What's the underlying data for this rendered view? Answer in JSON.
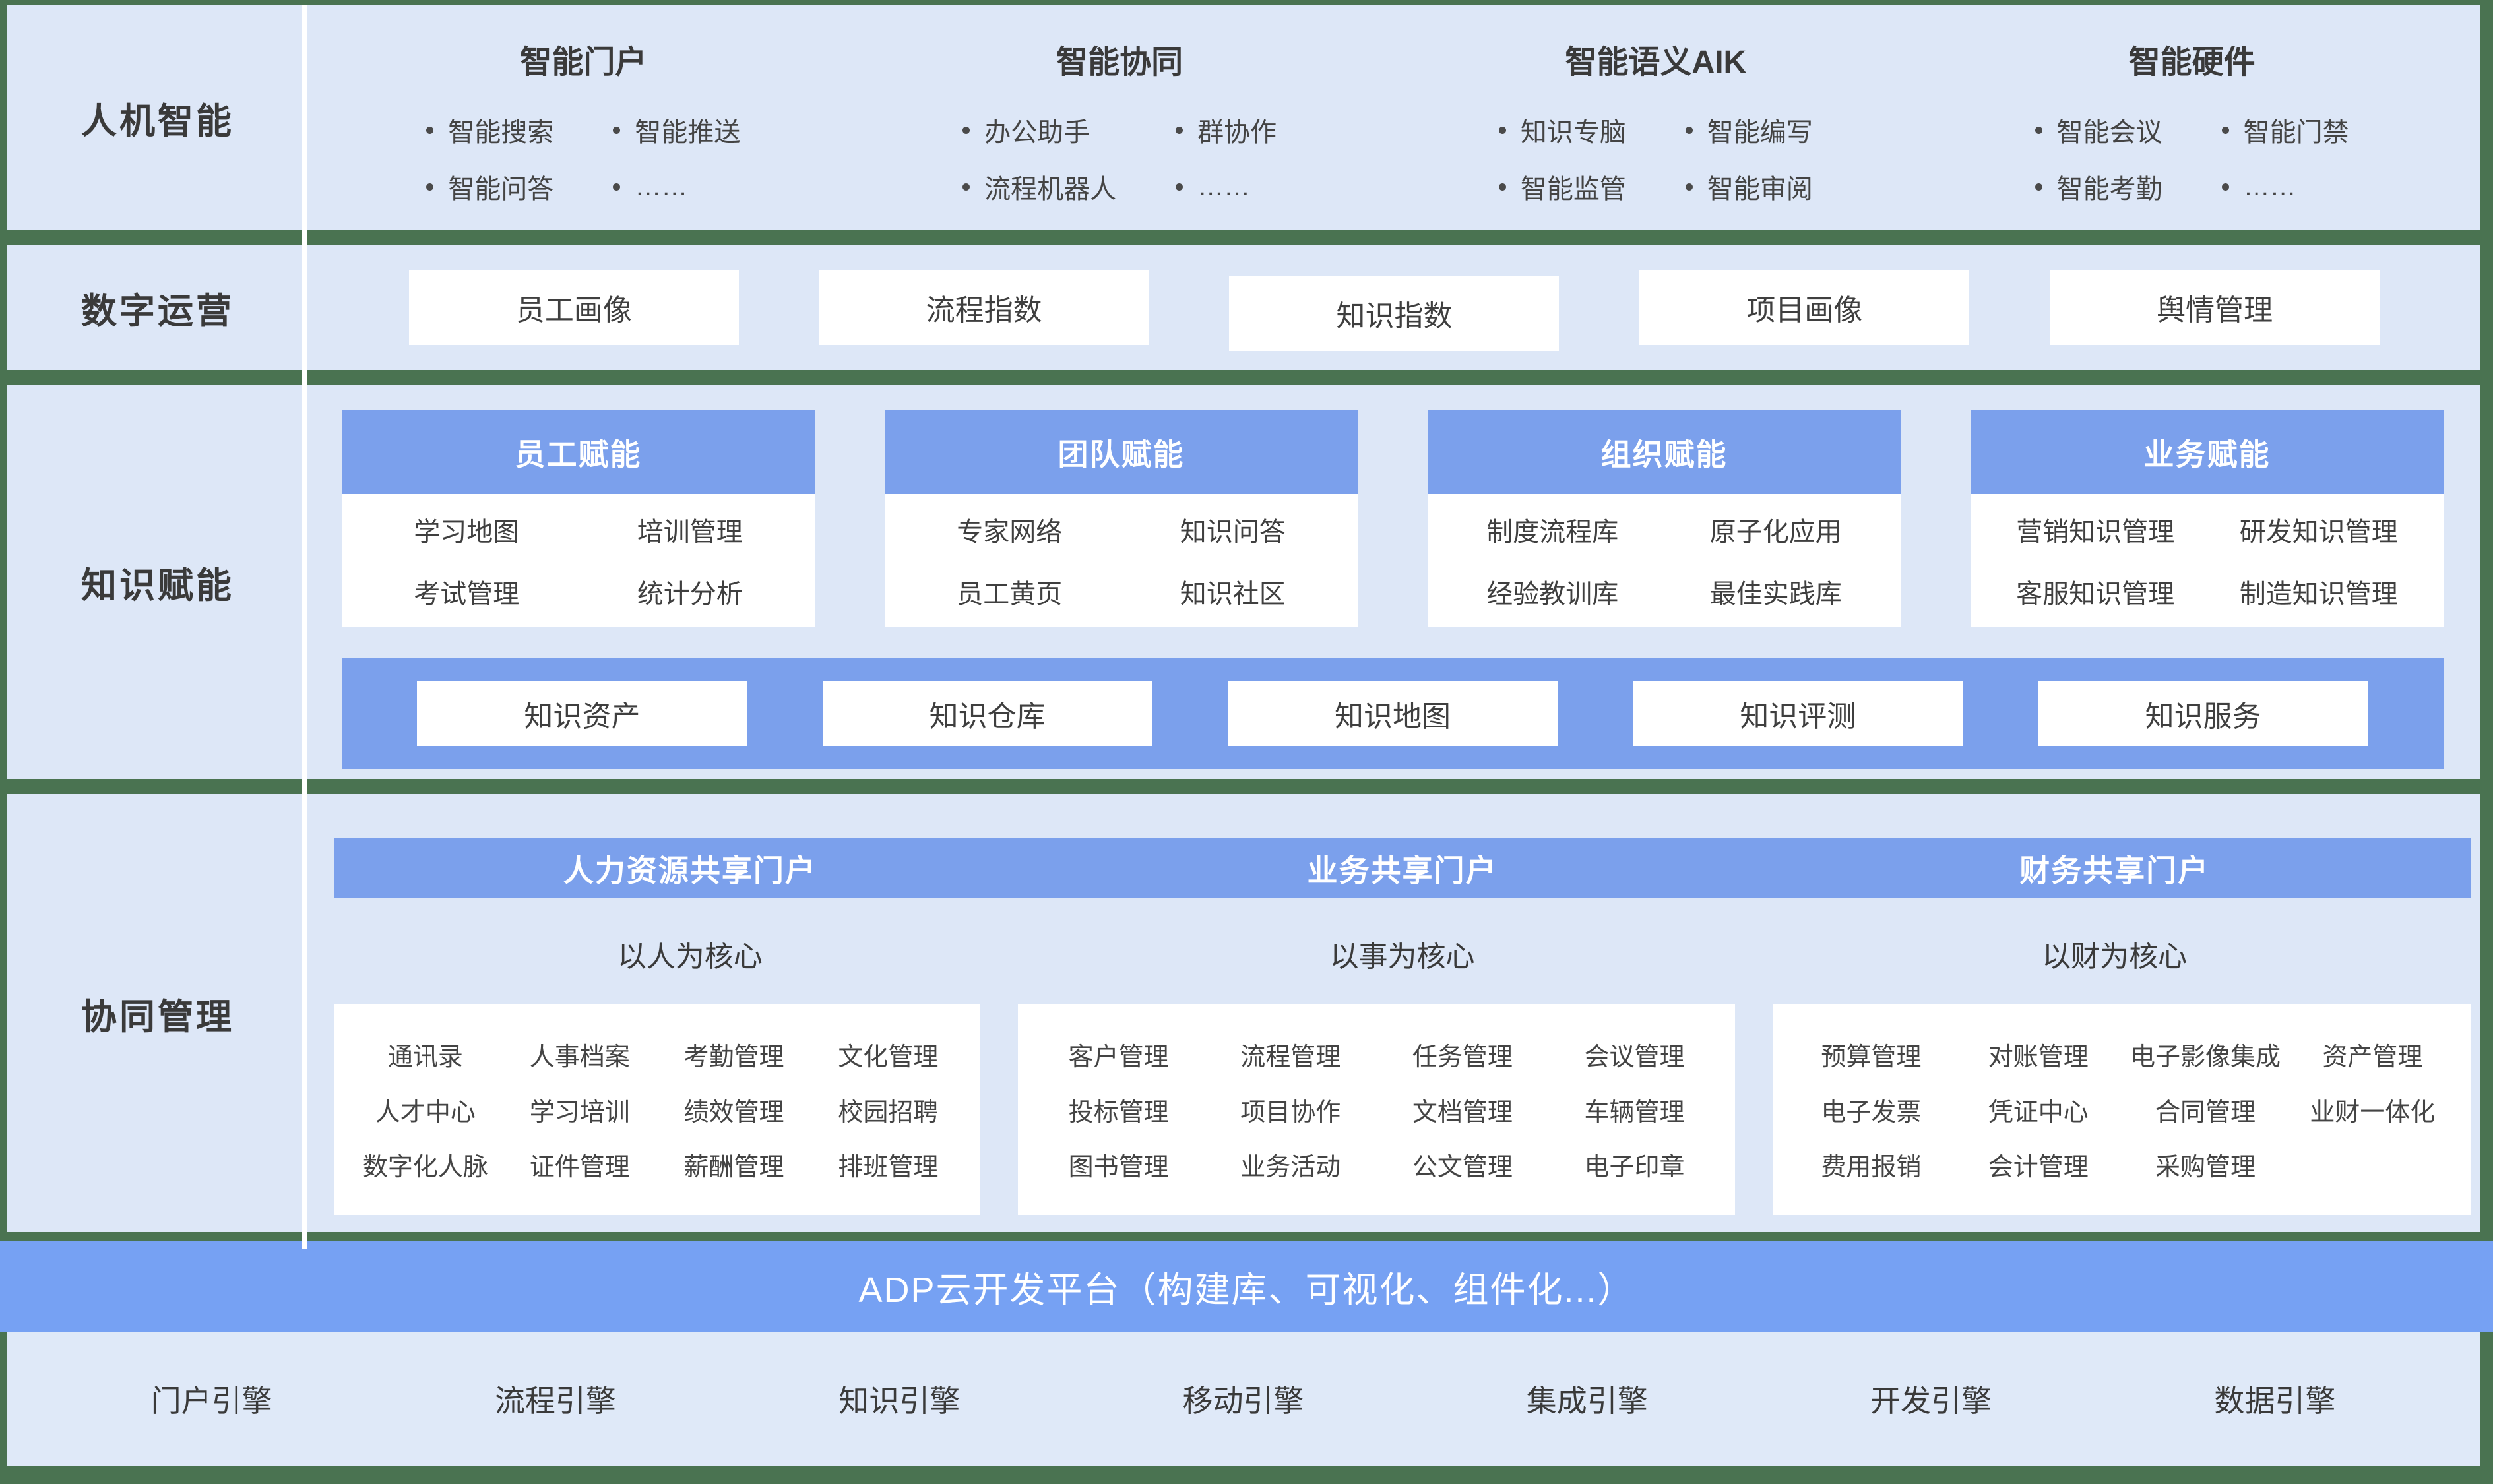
{
  "palette": {
    "border_green": "#4a7351",
    "bg_light_blue": "#dde7f7",
    "accent_blue": "#7ba0ec",
    "platform_blue": "#76a1f3",
    "box_white": "#ffffff",
    "text_dark": "#3f3f3f",
    "text_white": "#ffffff"
  },
  "rail": {
    "ai": "人机智能",
    "ops": "数字运营",
    "knowledge": "知识赋能",
    "collab": "协同管理"
  },
  "ai": {
    "columns": [
      {
        "title": "智能门户",
        "items": [
          "智能搜索",
          "智能问答",
          "智能推送",
          "……"
        ]
      },
      {
        "title": "智能协同",
        "items": [
          "办公助手",
          "流程机器人",
          "群协作",
          "……"
        ]
      },
      {
        "title": "智能语义AIK",
        "items": [
          "知识专脑",
          "智能监管",
          "智能编写",
          "智能审阅"
        ]
      },
      {
        "title": "智能硬件",
        "items": [
          "智能会议",
          "智能考勤",
          "智能门禁",
          "……"
        ]
      }
    ]
  },
  "ops": {
    "boxes": [
      "员工画像",
      "流程指数",
      "知识指数",
      "项目画像",
      "舆情管理"
    ]
  },
  "knowledge": {
    "cards": [
      {
        "title": "员工赋能",
        "items": [
          "学习地图",
          "培训管理",
          "考试管理",
          "统计分析"
        ]
      },
      {
        "title": "团队赋能",
        "items": [
          "专家网络",
          "知识问答",
          "员工黄页",
          "知识社区"
        ]
      },
      {
        "title": "组织赋能",
        "items": [
          "制度流程库",
          "原子化应用",
          "经验教训库",
          "最佳实践库"
        ]
      },
      {
        "title": "业务赋能",
        "items": [
          "营销知识管理",
          "研发知识管理",
          "客服知识管理",
          "制造知识管理"
        ]
      }
    ],
    "bar": [
      "知识资产",
      "知识仓库",
      "知识地图",
      "知识评测",
      "知识服务"
    ]
  },
  "collab": {
    "portals": [
      {
        "title": "人力资源共享门户",
        "subtitle": "以人为核心",
        "items": [
          "通讯录",
          "人事档案",
          "考勤管理",
          "文化管理",
          "人才中心",
          "学习培训",
          "绩效管理",
          "校园招聘",
          "数字化人脉",
          "证件管理",
          "薪酬管理",
          "排班管理"
        ]
      },
      {
        "title": "业务共享门户",
        "subtitle": "以事为核心",
        "items": [
          "客户管理",
          "流程管理",
          "任务管理",
          "会议管理",
          "投标管理",
          "项目协作",
          "文档管理",
          "车辆管理",
          "图书管理",
          "业务活动",
          "公文管理",
          "电子印章"
        ]
      },
      {
        "title": "财务共享门户",
        "subtitle": "以财为核心",
        "items": [
          "预算管理",
          "对账管理",
          "电子影像集成",
          "资产管理",
          "电子发票",
          "凭证中心",
          "合同管理",
          "业财一体化",
          "费用报销",
          "会计管理",
          "采购管理"
        ]
      }
    ]
  },
  "platform": {
    "title": "ADP云开发平台（构建库、可视化、组件化...）",
    "engines": [
      "门户引擎",
      "流程引擎",
      "知识引擎",
      "移动引擎",
      "集成引擎",
      "开发引擎",
      "数据引擎"
    ]
  }
}
